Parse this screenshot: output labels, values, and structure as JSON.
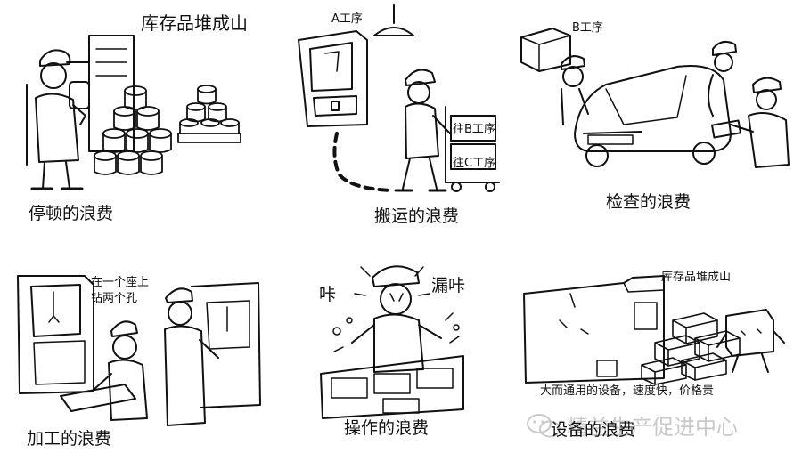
{
  "panels": [
    {
      "caption": "停顿的浪费",
      "notes": [
        "库存品堆成山"
      ]
    },
    {
      "caption": "搬运的浪费",
      "notes": [
        "A工序",
        "往B工序",
        "往C工序"
      ]
    },
    {
      "caption": "检查的浪费",
      "notes": [
        "B工序"
      ]
    },
    {
      "caption": "加工的浪费",
      "notes": [
        "在一个座上",
        "钻两个孔"
      ]
    },
    {
      "caption": "操作的浪费",
      "notes": [
        "咔",
        "漏咔"
      ]
    },
    {
      "caption": "设备的浪费",
      "notes": [
        "库存品堆成山",
        "大而通用的设备，速度快，价格贵"
      ]
    }
  ],
  "watermark": {
    "text": "精益生产促进中心",
    "icon": "wechat-logo-icon"
  }
}
